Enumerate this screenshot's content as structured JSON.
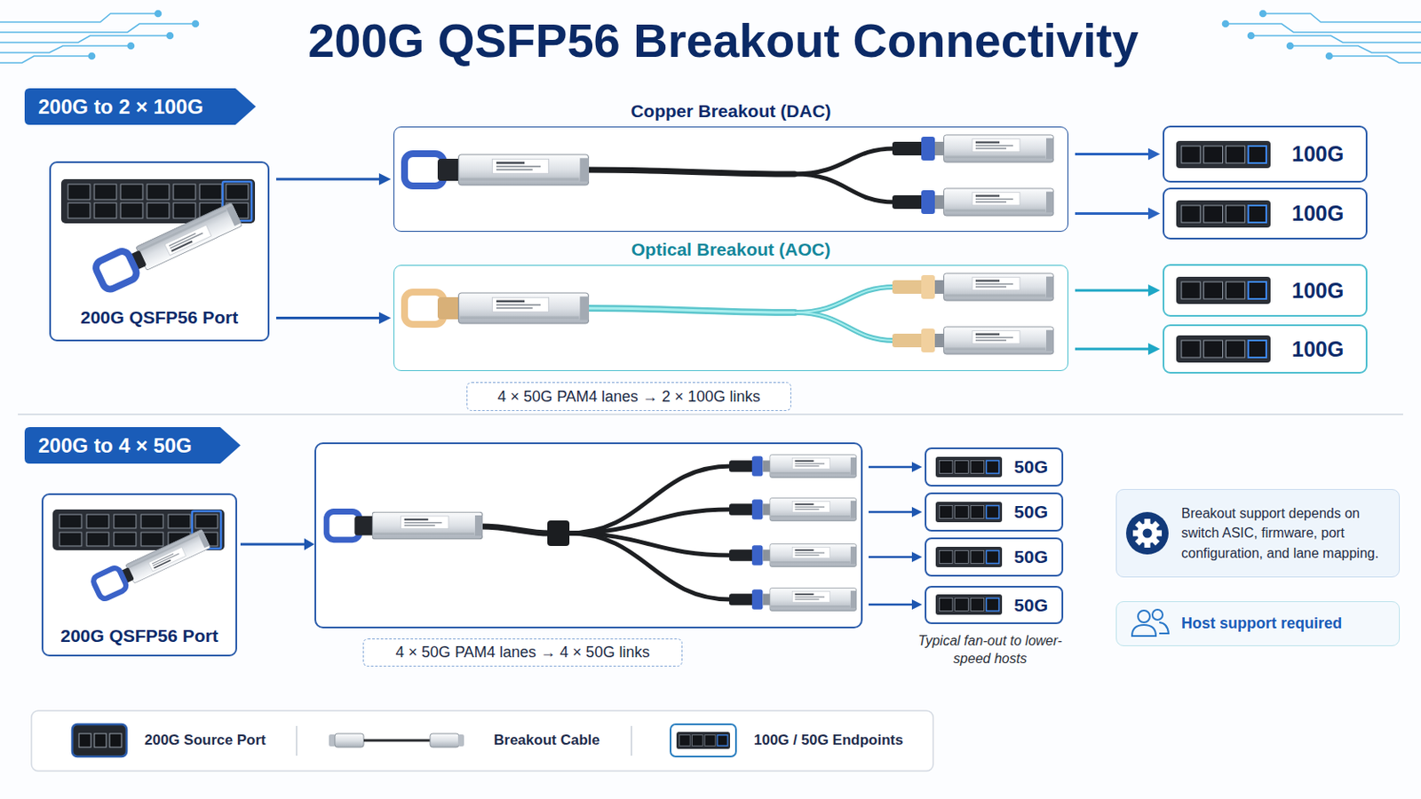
{
  "diagram": {
    "title": "200G QSFP56 Breakout Connectivity",
    "nodes": [
      {
        "text": [
          "200G to 2 × 100G"
        ]
      },
      {
        "text": [
          "200G QSFP56 Port"
        ]
      },
      {
        "text": [
          "Copper Breakout (DAC)"
        ]
      },
      {
        "text": [
          "Optical Breakout (AOC)"
        ]
      },
      {
        "text": [
          "100G"
        ]
      },
      {
        "text": [
          "100G"
        ]
      },
      {
        "text": [
          "100G"
        ]
      },
      {
        "text": [
          "100G"
        ]
      },
      {
        "text": [
          "4 × 50G PAM4 lanes → 2 × 100G links"
        ]
      },
      {
        "text": [
          "200G to 4 × 50G"
        ]
      },
      {
        "text": [
          "200G QSFP56 Port"
        ]
      },
      {
        "text": [
          "4 × 50G PAM4 lanes → 4 × 50G links"
        ]
      },
      {
        "text": [
          "50G"
        ]
      },
      {
        "text": [
          "50G"
        ]
      },
      {
        "text": [
          "50G"
        ]
      },
      {
        "text": [
          "50G"
        ]
      },
      {
        "text": [
          "Breakout support depends on switch ASIC, firmware, port configuration, and lane mapping."
        ]
      },
      {
        "text": [
          "Host support required"
        ]
      }
    ],
    "edges": [
      {
        "from": 1,
        "to": 2,
        "arrow": "to"
      },
      {
        "from": 1,
        "to": 3,
        "arrow": "to"
      },
      {
        "from": 2,
        "to": 4,
        "arrow": "to"
      },
      {
        "from": 2,
        "to": 5,
        "arrow": "to"
      },
      {
        "from": 3,
        "to": 6,
        "arrow": "to"
      },
      {
        "from": 3,
        "to": 7,
        "arrow": "to"
      }
    ],
    "labels": [
      "Typical fan-out to lower-speed hosts"
    ],
    "legend": [
      {
        "text": "200G Source Port"
      },
      {
        "text": "Breakout Cable"
      },
      {
        "text": "100G / 50G Endpoints"
      }
    ]
  }
}
